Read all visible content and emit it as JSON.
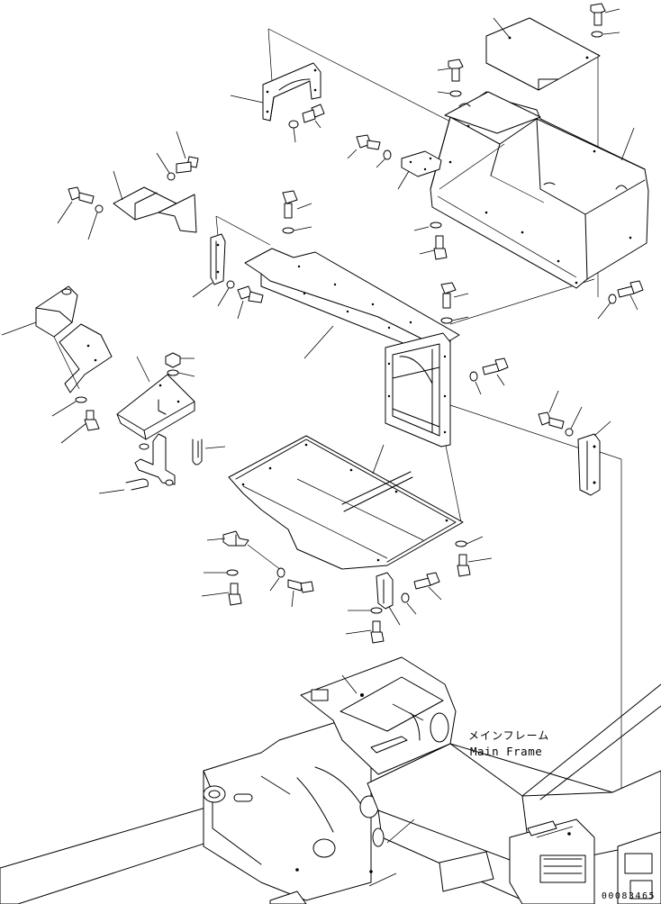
{
  "labels": {
    "main_frame_jp": "メインフレーム",
    "main_frame_en": "Main Frame"
  },
  "drawing_number": "00083465",
  "colors": {
    "line": "#000000",
    "background": "#ffffff"
  }
}
